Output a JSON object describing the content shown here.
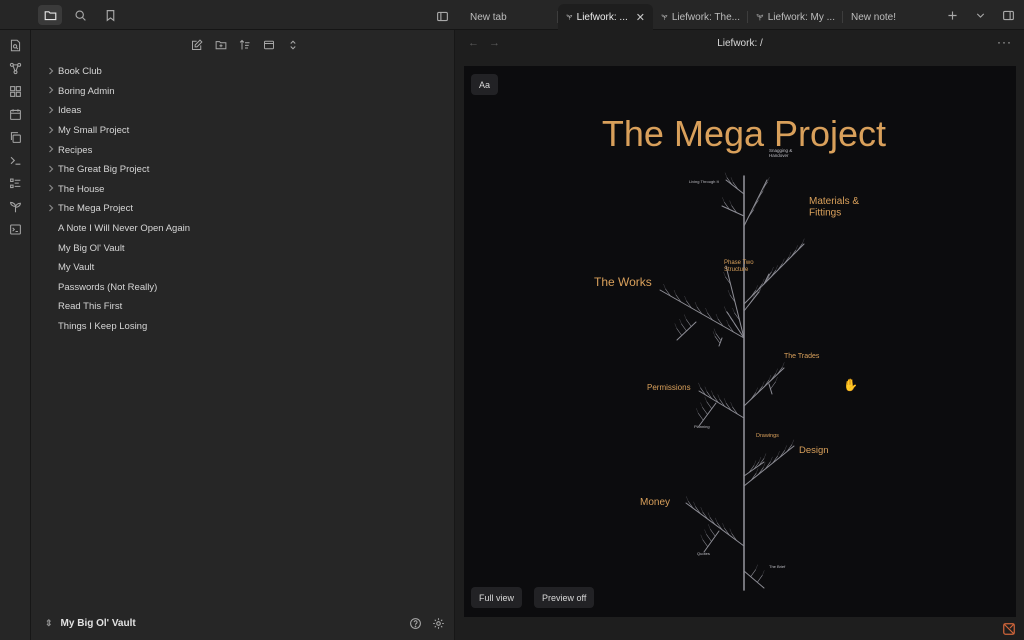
{
  "tabs": [
    {
      "label": "New tab",
      "active": false,
      "icon": ""
    },
    {
      "label": "Liefwork: ...",
      "active": true,
      "icon": "sprout-icon"
    },
    {
      "label": "Liefwork: The...",
      "active": false,
      "icon": "sprout-icon"
    },
    {
      "label": "Liefwork: My ...",
      "active": false,
      "icon": "sprout-icon"
    },
    {
      "label": "New note!",
      "active": false,
      "icon": ""
    }
  ],
  "file_tree": [
    {
      "label": "Book Club",
      "type": "folder"
    },
    {
      "label": "Boring Admin",
      "type": "folder"
    },
    {
      "label": "Ideas",
      "type": "folder"
    },
    {
      "label": "My Small Project",
      "type": "folder"
    },
    {
      "label": "Recipes",
      "type": "folder"
    },
    {
      "label": "The Great Big Project",
      "type": "folder"
    },
    {
      "label": "The House",
      "type": "folder"
    },
    {
      "label": "The Mega Project",
      "type": "folder"
    },
    {
      "label": "A Note I Will Never Open Again",
      "type": "file"
    },
    {
      "label": "My Big Ol' Vault",
      "type": "file"
    },
    {
      "label": "My Vault",
      "type": "file"
    },
    {
      "label": "Passwords (Not Really)",
      "type": "file"
    },
    {
      "label": "Read This First",
      "type": "file"
    },
    {
      "label": "Things I Keep Losing",
      "type": "file"
    }
  ],
  "vault": {
    "name": "My Big Ol' Vault"
  },
  "view": {
    "title": "Liefwork: /"
  },
  "canvas": {
    "aa_label": "Aa",
    "full_view_label": "Full view",
    "preview_label": "Preview off",
    "title": "The Mega Project",
    "accent": "#d9a05b",
    "branch_color": "#8e8e96",
    "major_labels": [
      {
        "id": "materials",
        "lines": [
          "Materials &",
          "Fittings"
        ]
      },
      {
        "id": "works",
        "lines": [
          "The Works"
        ]
      },
      {
        "id": "trades",
        "lines": [
          "The Trades"
        ]
      },
      {
        "id": "permissions",
        "lines": [
          "Permissions"
        ]
      },
      {
        "id": "design",
        "lines": [
          "Design"
        ]
      },
      {
        "id": "money",
        "lines": [
          "Money"
        ]
      }
    ],
    "minor_labels": [
      {
        "id": "snagging",
        "lines": [
          "Snagging &",
          "Handover"
        ]
      },
      {
        "id": "phase2",
        "lines": [
          "Phase Two",
          "Structure"
        ]
      },
      {
        "id": "drawings",
        "lines": [
          "Drawings"
        ]
      },
      {
        "id": "living",
        "lines": [
          "Living Through It"
        ]
      },
      {
        "id": "planning",
        "lines": [
          "Planning"
        ]
      },
      {
        "id": "quotes",
        "lines": [
          "Quotes"
        ]
      },
      {
        "id": "brief",
        "lines": [
          "The Brief"
        ]
      }
    ]
  }
}
